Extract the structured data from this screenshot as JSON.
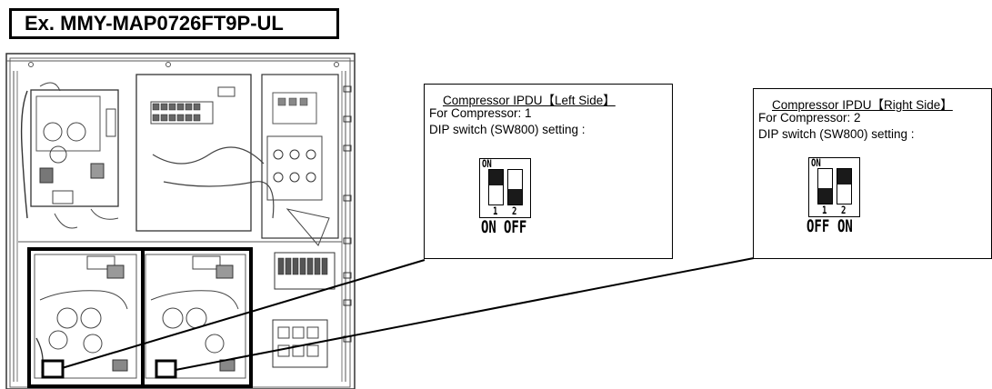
{
  "title": "Ex. MMY-MAP0726FT9P-UL",
  "callouts": [
    {
      "heading": "Compressor IPDU【Left Side】",
      "compressor": "For Compressor: 1",
      "dip_text": "DIP switch (SW800) setting :",
      "switch_block_label": "ON",
      "switch_numbers": [
        "1",
        "2"
      ],
      "switch_positions": [
        "ON",
        "OFF"
      ]
    },
    {
      "heading": "Compressor IPDU【Right Side】",
      "compressor": "For Compressor: 2",
      "dip_text": "DIP switch (SW800) setting :",
      "switch_block_label": "ON",
      "switch_numbers": [
        "1",
        "2"
      ],
      "switch_positions": [
        "OFF",
        "ON"
      ]
    }
  ]
}
